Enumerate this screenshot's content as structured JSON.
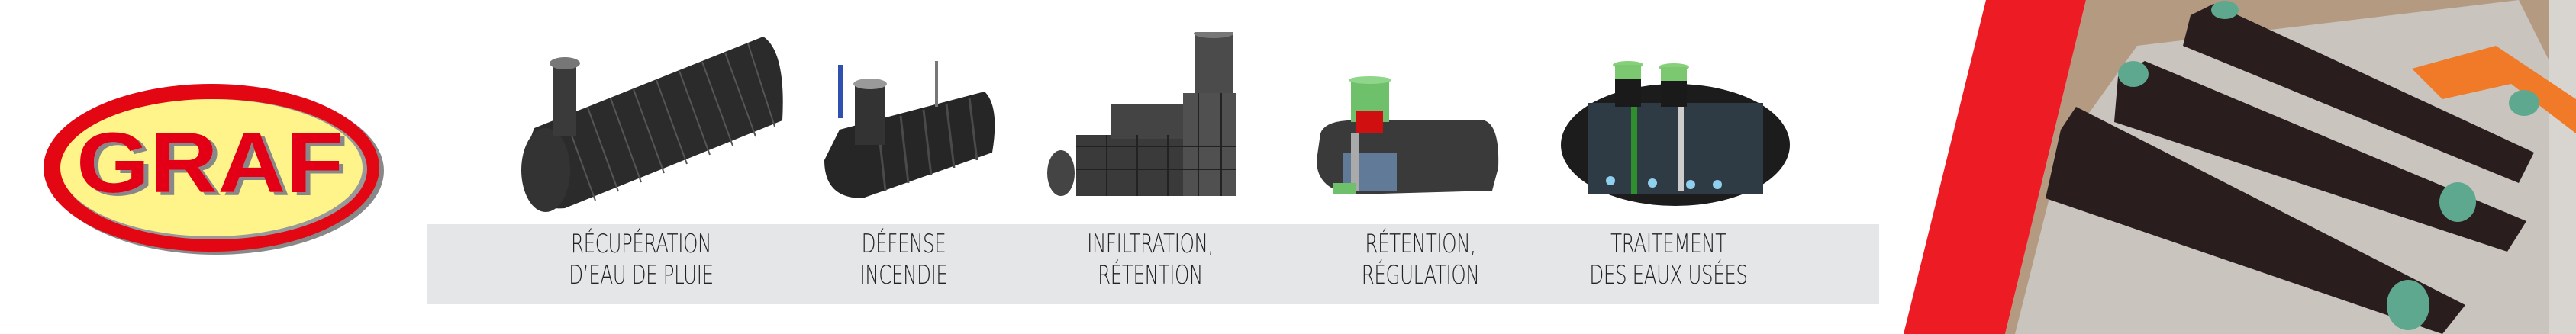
{
  "brand": {
    "name": "GRAF"
  },
  "colors": {
    "brand_red": "#e30613",
    "logo_yellow": "#fff48a",
    "bar_gray": "#e5e6e8",
    "stripe_red": "#ed1c24",
    "cover_green": "#5fa890"
  },
  "products": [
    {
      "line1": "RÉCUPÉRATION",
      "line2": "D’EAU DE PLUIE"
    },
    {
      "line1": "DÉFENSE",
      "line2": "INCENDIE"
    },
    {
      "line1": "INFILTRATION,",
      "line2": "RÉTENTION"
    },
    {
      "line1": "RÉTENTION,",
      "line2": "RÉGULATION"
    },
    {
      "line1": "TRAITEMENT",
      "line2": "DES EAUX USÉES"
    }
  ]
}
